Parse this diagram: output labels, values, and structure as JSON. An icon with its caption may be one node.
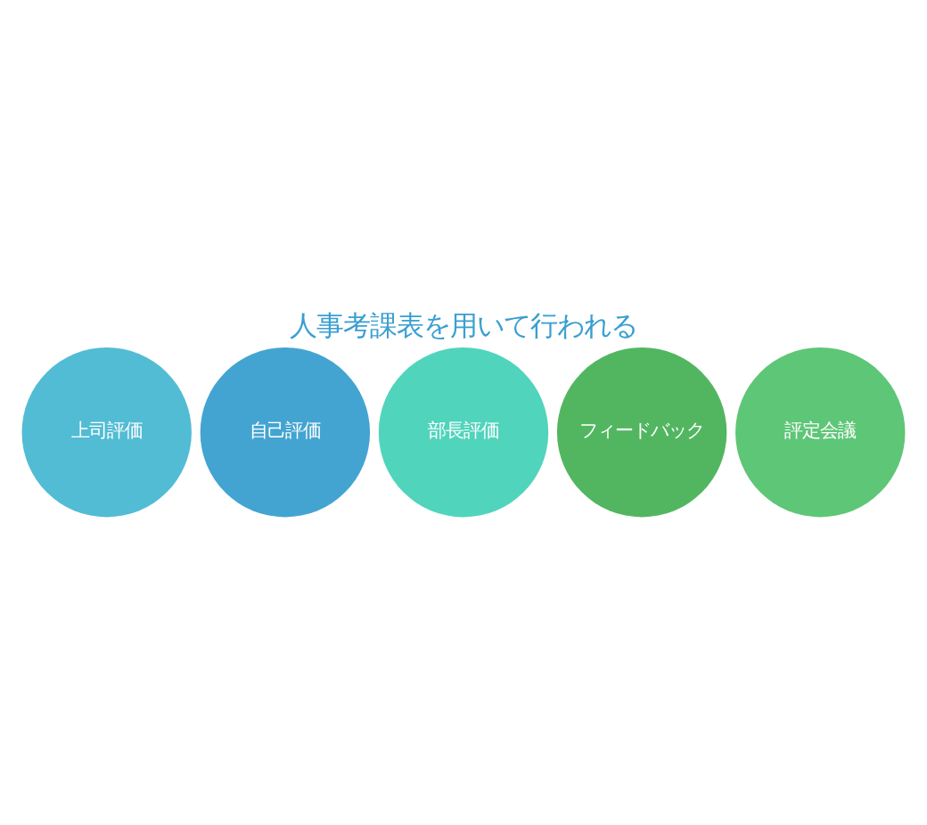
{
  "diagram": {
    "title": "人事考課表を用いて行われる",
    "nodes": [
      {
        "text": [
          "上司評価"
        ]
      },
      {
        "text": [
          "自己評価"
        ]
      },
      {
        "text": [
          "部長評価"
        ]
      },
      {
        "text": [
          "フィードバック"
        ]
      },
      {
        "text": [
          "評定会議"
        ]
      }
    ]
  }
}
